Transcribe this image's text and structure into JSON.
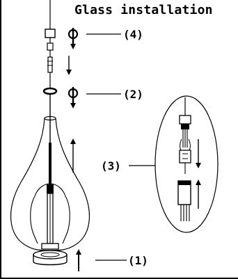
{
  "diagram": {
    "title": "Glass installation",
    "callouts": {
      "step_4": "(4)",
      "step_2": "(2)",
      "step_3": "(3)",
      "step_1": "(1)"
    },
    "line_color": "#000000",
    "background_color": "#ffffff"
  }
}
